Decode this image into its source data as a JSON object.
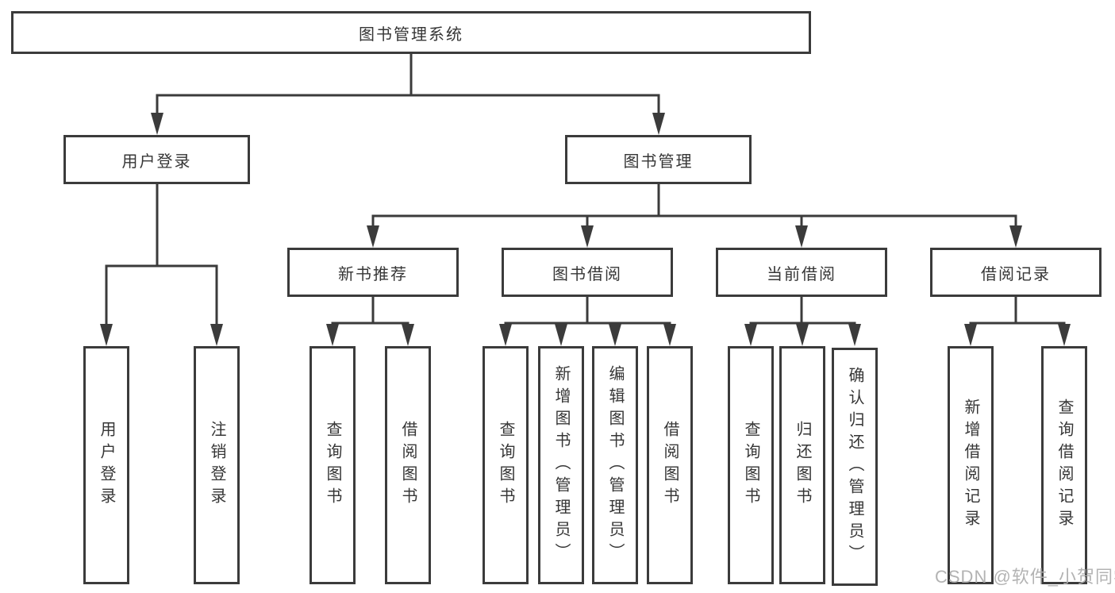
{
  "colors": {
    "line": "#3b3b3b",
    "box_border": "#3b3b3b",
    "text": "#363636",
    "background": "#ffffff",
    "watermark": "#acacac"
  },
  "tree": {
    "root": {
      "label": "图书管理系统"
    },
    "branches": [
      {
        "label": "用户登录",
        "children": [
          {
            "label": "用户登录"
          },
          {
            "label": "注销登录"
          }
        ]
      },
      {
        "label": "图书管理",
        "children": [
          {
            "label": "新书推荐",
            "children": [
              {
                "label": "查询图书"
              },
              {
                "label": "借阅图书"
              }
            ]
          },
          {
            "label": "图书借阅",
            "children": [
              {
                "label": "查询图书"
              },
              {
                "label": "新增图书（管理员）"
              },
              {
                "label": "编辑图书（管理员）"
              },
              {
                "label": "借阅图书"
              }
            ]
          },
          {
            "label": "当前借阅",
            "children": [
              {
                "label": "查询图书"
              },
              {
                "label": "归还图书"
              },
              {
                "label": "确认归还（管理员）"
              }
            ]
          },
          {
            "label": "借阅记录",
            "children": [
              {
                "label": "新增借阅记录"
              },
              {
                "label": "查询借阅记录"
              }
            ]
          }
        ]
      }
    ]
  },
  "watermark": {
    "text": "CSDN @软件_小贺同学"
  }
}
